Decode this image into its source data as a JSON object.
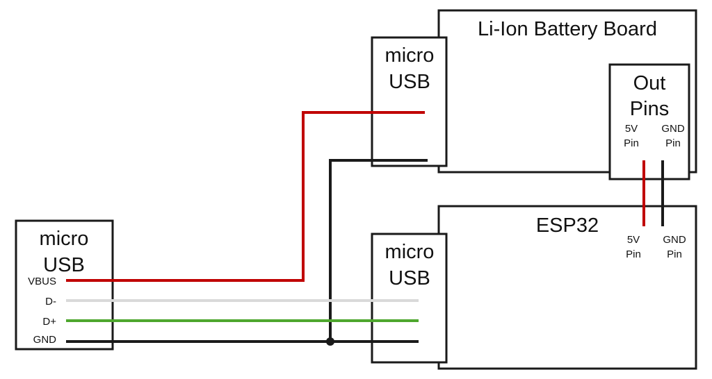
{
  "colors": {
    "vbus": "#c00000",
    "dminus": "#d9d9d9",
    "dplus": "#4ea72e",
    "gnd": "#1a1a1a",
    "outline": "#1a1a1a"
  },
  "source_usb": {
    "title_line1": "micro",
    "title_line2": "USB",
    "pins": [
      "VBUS",
      "D-",
      "D+",
      "GND"
    ]
  },
  "battery_board": {
    "title": "Li-Ion Battery Board",
    "usb_port": {
      "title_line1": "micro",
      "title_line2": "USB"
    },
    "out_pins": {
      "title_line1": "Out",
      "title_line2": "Pins",
      "pin_5v": [
        "5V",
        "Pin"
      ],
      "pin_gnd": [
        "GND",
        "Pin"
      ]
    }
  },
  "esp32": {
    "title": "ESP32",
    "usb_port": {
      "title_line1": "micro",
      "title_line2": "USB"
    },
    "pin_5v": [
      "5V",
      "Pin"
    ],
    "pin_gnd": [
      "GND",
      "Pin"
    ]
  },
  "connections": [
    {
      "from": "source_usb.VBUS",
      "to": "battery_board.micro_usb",
      "color": "red"
    },
    {
      "from": "source_usb.GND",
      "to": "battery_board.micro_usb",
      "color": "black"
    },
    {
      "from": "source_usb.D-",
      "to": "esp32.micro_usb",
      "color": "gray"
    },
    {
      "from": "source_usb.D+",
      "to": "esp32.micro_usb",
      "color": "green"
    },
    {
      "from": "source_usb.GND",
      "to": "esp32.micro_usb",
      "color": "black"
    },
    {
      "from": "battery_board.out_pins.5V",
      "to": "esp32.5V",
      "color": "red"
    },
    {
      "from": "battery_board.out_pins.GND",
      "to": "esp32.GND",
      "color": "black"
    }
  ]
}
